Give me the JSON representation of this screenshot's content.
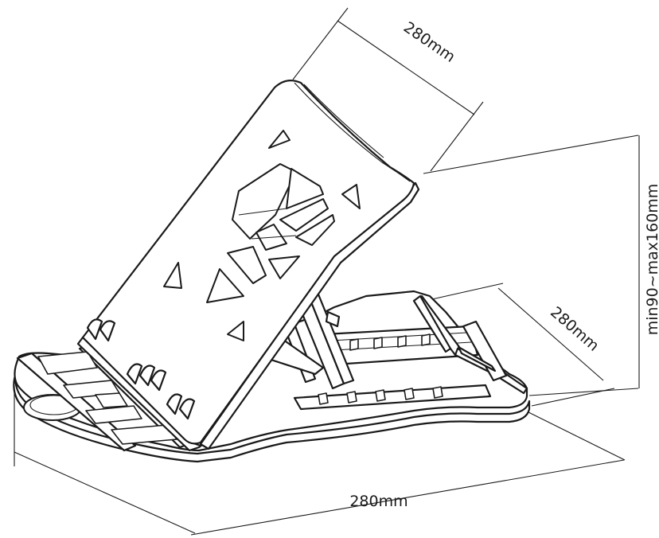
{
  "dimensions": {
    "plate_top_width": "280mm",
    "height_range": "min90~max160mm",
    "base_depth": "280mm",
    "base_width": "280mm"
  }
}
